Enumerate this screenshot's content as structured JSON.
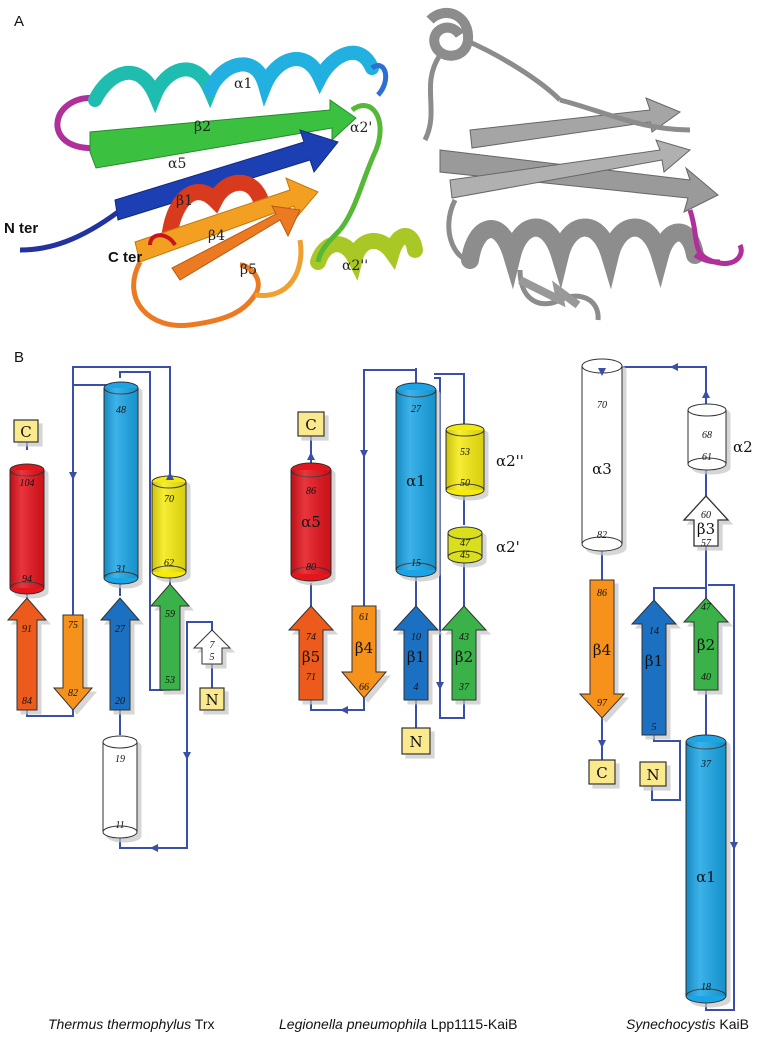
{
  "panels": {
    "a": "A",
    "b": "B"
  },
  "panel_a": {
    "labels": {
      "a1": "α1",
      "b2": "β2",
      "a2p": "α2'",
      "a5": "α5",
      "b1": "β1",
      "b4": "β4",
      "b5": "β5",
      "a2pp": "α2''",
      "nter": "N ter",
      "cter": "C ter"
    },
    "colors": {
      "rainbow_model": "rainbow",
      "grey_model": "#8c8c8c",
      "loop_highlight": "#b0309a"
    }
  },
  "topology": {
    "trx": {
      "caption_italic": "Thermus thermophylus",
      "caption_rest": " Trx",
      "c_label": "C",
      "n_label": "N",
      "elements": [
        {
          "name": "helix-104-94",
          "top": "104",
          "bottom": "94"
        },
        {
          "name": "strand-91-84",
          "top": "91",
          "bottom": "84"
        },
        {
          "name": "strand-75-82",
          "top": "75",
          "bottom": "82"
        },
        {
          "name": "helix-48-31",
          "top": "48",
          "bottom": "31"
        },
        {
          "name": "strand-27-20",
          "top": "27",
          "bottom": "20"
        },
        {
          "name": "helix-19-11",
          "top": "19",
          "bottom": "11"
        },
        {
          "name": "helix-70-62",
          "top": "70",
          "bottom": "62"
        },
        {
          "name": "strand-59-53",
          "top": "59",
          "bottom": "53"
        },
        {
          "name": "strand-7-5",
          "top": "7",
          "bottom": "5"
        }
      ]
    },
    "lpp": {
      "caption_italic": "Legionella pneumophila",
      "caption_rest": " Lpp1115-KaiB",
      "c_label": "C",
      "n_label": "N",
      "a5": "α5",
      "b5": "β5",
      "b4": "β4",
      "a1": "α1",
      "b1": "β1",
      "b2": "β2",
      "a2pp": "α2''",
      "a2p": "α2'",
      "elements": [
        {
          "name": "helix-86-80",
          "top": "86",
          "bottom": "80"
        },
        {
          "name": "strand-74-71",
          "top": "74",
          "bottom": "71"
        },
        {
          "name": "strand-61-66",
          "top": "61",
          "bottom": "66"
        },
        {
          "name": "helix-27-15",
          "top": "27",
          "bottom": "15"
        },
        {
          "name": "strand-10-4",
          "top": "10",
          "bottom": "4"
        },
        {
          "name": "helix-53-50",
          "top": "53",
          "bottom": "50"
        },
        {
          "name": "helix-47-45",
          "top": "47",
          "bottom": "45"
        },
        {
          "name": "strand-43-37",
          "top": "43",
          "bottom": "37"
        }
      ]
    },
    "kaib": {
      "caption_italic": "Synechocystis",
      "caption_rest": " KaiB",
      "c_label": "C",
      "n_label": "N",
      "a3": "α3",
      "a2": "α2",
      "b3": "β3",
      "b4": "β4",
      "b1": "β1",
      "b2": "β2",
      "a1": "α1",
      "elements": [
        {
          "name": "helix-70-82",
          "top": "70",
          "bottom": "82"
        },
        {
          "name": "helix-68-61",
          "top": "68",
          "bottom": "61"
        },
        {
          "name": "strand-60-57",
          "top": "60",
          "bottom": "57"
        },
        {
          "name": "strand-86-97",
          "top": "86",
          "bottom": "97"
        },
        {
          "name": "strand-14-5",
          "top": "14",
          "bottom": "5"
        },
        {
          "name": "strand-47-40",
          "top": "47",
          "bottom": "40"
        },
        {
          "name": "helix-37-18",
          "top": "37",
          "bottom": "18"
        }
      ]
    }
  },
  "colors": {
    "red": "#e4121b",
    "red_orange": "#ec5a1e",
    "orange": "#f6921e",
    "cyan": "#1aa5e6",
    "blue": "#1b6fc1",
    "yellow": "#f5ea10",
    "green": "#3bb24a",
    "white": "#ffffff",
    "line": "#3a4fa8",
    "terminus_box": "#fbe98e"
  }
}
